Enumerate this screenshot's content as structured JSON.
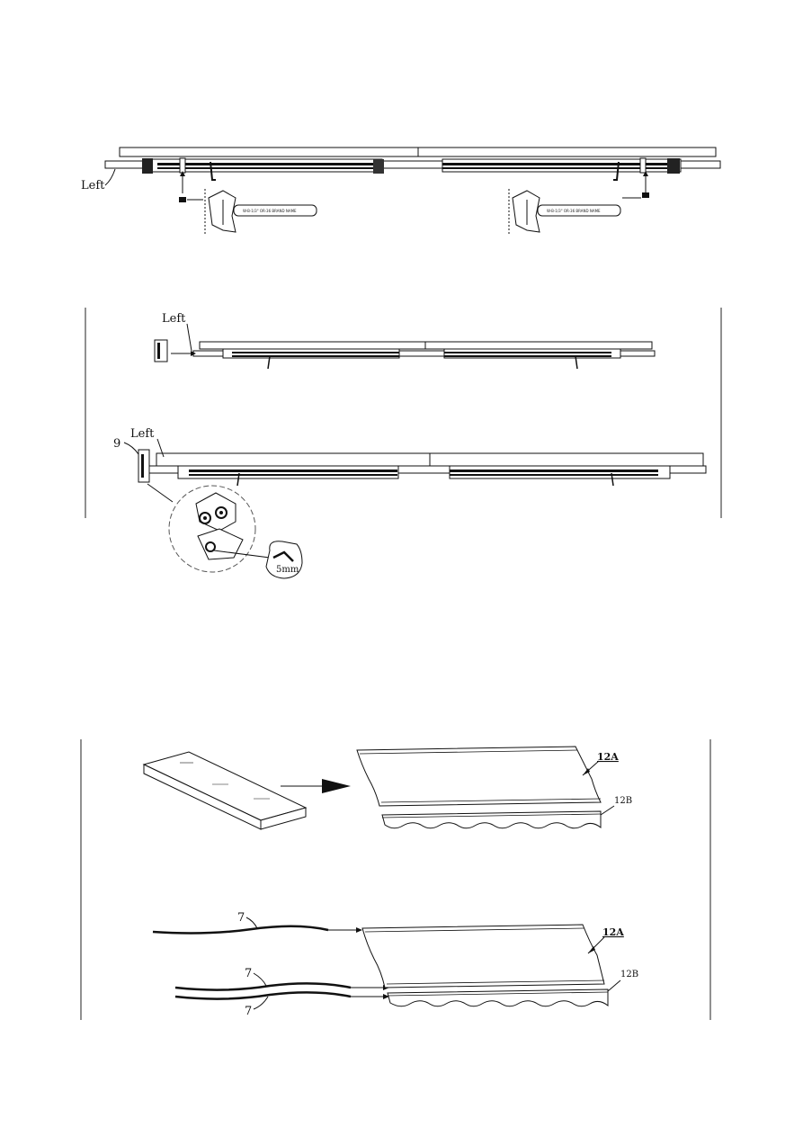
{
  "panel1": {
    "left_label": "Left",
    "wrench_text_left": "W-B-1/3\"   OR-36   BRAND NAME",
    "wrench_text_right": "W-B-1/3\"   OR-36   BRAND NAME"
  },
  "panel2": {
    "left_label_top": "Left",
    "left_label_bottom": "Left",
    "part_number": "9",
    "size_label": "5mm"
  },
  "panel3": {
    "part_12a_top": "12A",
    "part_12b_top": "12B",
    "part_7_a": "7",
    "part_7_b": "7",
    "part_7_c": "7",
    "part_12a_bottom": "12A",
    "part_12b_bottom": "12B"
  }
}
